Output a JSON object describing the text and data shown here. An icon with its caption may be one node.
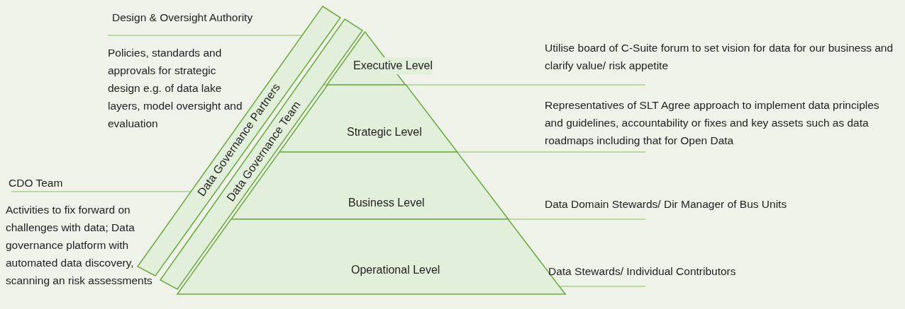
{
  "diagram": {
    "nodes": [
      {
        "text": [
          "Data Governance Partners"
        ]
      },
      {
        "text": [
          "Data Governance Team"
        ]
      },
      {
        "text": [
          "Executive Level"
        ]
      },
      {
        "text": [
          "Strategic Level"
        ]
      },
      {
        "text": [
          "Business Level"
        ]
      },
      {
        "text": [
          "Operational Level"
        ]
      }
    ],
    "labels": [
      "Design & Oversight Authority",
      "Utilise board of C-Suite forum to set vision for data for our business and clarify value/ risk appetite",
      "Policies, standards and approvals for strategic design e.g. of data lake layers, model oversight and evaluation",
      "Representatives of SLT Agree approach to implement data principles and guidelines, accountability or fixes and key assets such as data roadmaps including that for Open Data",
      "CDO Team",
      "Data Domain Stewards/ Dir Manager of Bus Units",
      "Activities to fix forward on challenges with data; Data governance platform with automated data discovery, scanning an risk assessments",
      "Data Stewards/ Individual Contributors"
    ]
  }
}
